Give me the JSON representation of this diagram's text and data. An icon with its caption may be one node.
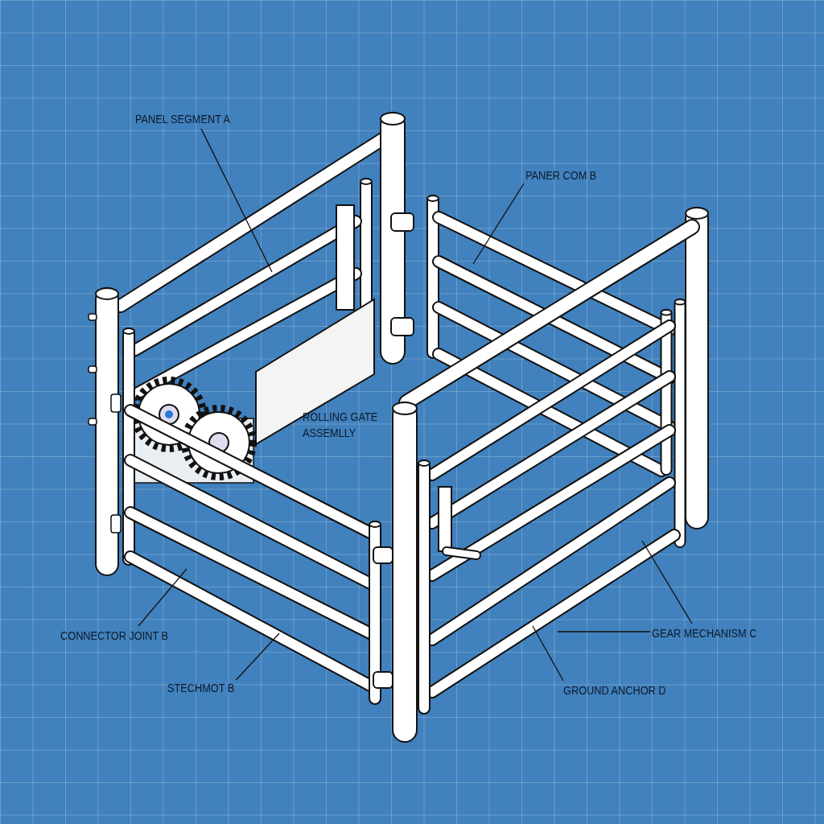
{
  "diagram": {
    "nodes": [
      {
        "text": [
          "PANEL SEGMENT A"
        ]
      },
      {
        "text": [
          "PANER COM B"
        ]
      },
      {
        "text": [
          "CONNECTOR JOINT B"
        ]
      },
      {
        "text": [
          "STECHMOT B"
        ]
      },
      {
        "text": [
          "GEAR MECHANISM C"
        ]
      },
      {
        "text": [
          "GROUND ANCHOR D"
        ]
      }
    ],
    "edges": [
      {
        "from": 0,
        "to": null,
        "arrow": "none"
      },
      {
        "from": 1,
        "to": null,
        "arrow": "none"
      },
      {
        "from": 2,
        "to": null,
        "arrow": "none"
      },
      {
        "from": 3,
        "to": null,
        "arrow": "none"
      },
      {
        "from": 4,
        "to": null,
        "arrow": "none"
      },
      {
        "from": 4,
        "to": null,
        "arrow": "none"
      },
      {
        "from": 5,
        "to": null,
        "arrow": "none"
      }
    ],
    "labels": [
      "ROLLING GATE ASSEMLLY"
    ]
  }
}
